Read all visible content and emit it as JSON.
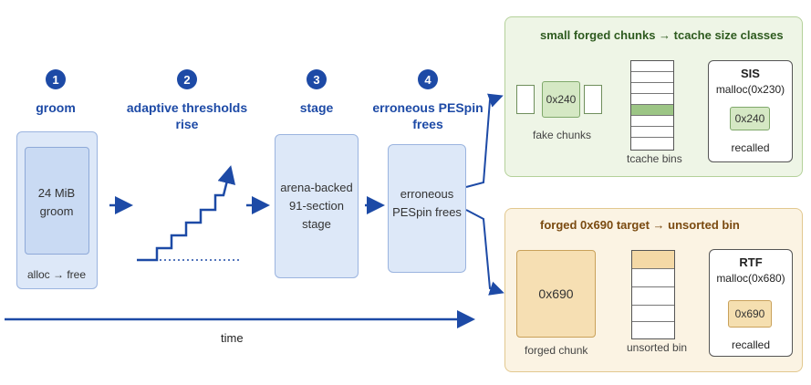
{
  "steps": [
    {
      "number": "1",
      "title": "groom"
    },
    {
      "number": "2",
      "title": "adaptive thresholds rise"
    },
    {
      "number": "3",
      "title": "stage"
    },
    {
      "number": "4",
      "title": "erroneous PESpin frees"
    }
  ],
  "cards": {
    "groom_inner": "24 MiB groom",
    "groom_footer": "alloc → free",
    "stage": "arena-backed 91-section stage",
    "frees": "erroneous PESpin frees"
  },
  "timeline": {
    "label": "time"
  },
  "sis_panel": {
    "title": "small forged chunks → tcache size classes",
    "fake_chunk_value": "0x240",
    "fake_chunks_label": "fake chunks",
    "bins_label": "tcache bins",
    "result_title": "SIS",
    "result_call": "malloc(0x230)",
    "result_value": "0x240",
    "result_status": "recalled"
  },
  "rtf_panel": {
    "title": "forged 0x690 target → unsorted bin",
    "chunk_value": "0x690",
    "chunk_label": "forged chunk",
    "bins_label": "unsorted bin",
    "result_title": "RTF",
    "result_call": "malloc(0x680)",
    "result_value": "0x690",
    "result_status": "recalled"
  },
  "colors": {
    "accent_blue": "#1d4aa6",
    "green_panel": "#eef5e6",
    "green_accent": "#2d7a2a",
    "orange_panel": "#fbf3e3",
    "orange_accent": "#8a5a1c"
  }
}
